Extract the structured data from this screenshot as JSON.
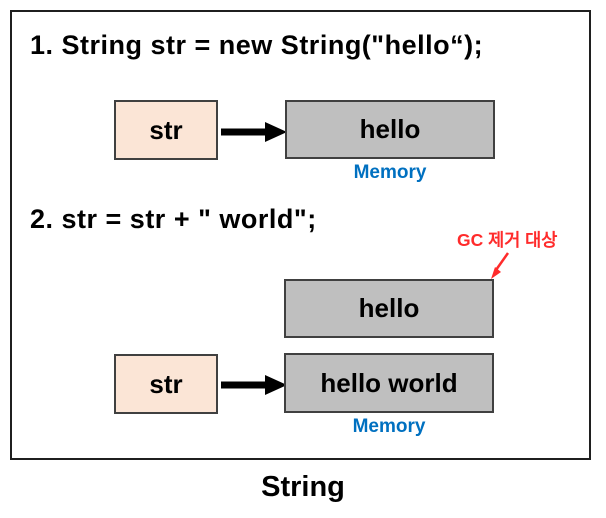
{
  "title": "String",
  "colors": {
    "frame_border": "#1f1f1f",
    "ref_box_bg": "#FBE5D6",
    "mem_box_bg": "#BFBFBF",
    "box_border": "#404040",
    "memory_caption_blue": "#0070C0",
    "gc_note_red": "#FF2B2B",
    "arrow_black": "#000000"
  },
  "step1": {
    "code": "1. String str = new String(\"hello“);",
    "ref_box_label": "str",
    "mem_box_label": "hello",
    "memory_caption": "Memory"
  },
  "step2": {
    "code": "2. str = str + \" world\";",
    "gc_note": "GC 제거 대상",
    "orphan_box_label": "hello",
    "ref_box_label": "str",
    "mem_box_label": "hello world",
    "memory_caption": "Memory"
  }
}
